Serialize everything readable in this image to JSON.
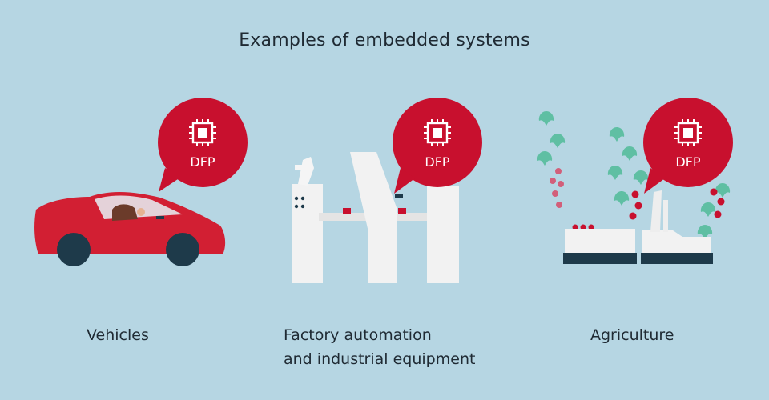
{
  "title": "Examples of embedded systems",
  "colors": {
    "background": "#b6d6e3",
    "accent_red": "#c8102e",
    "dark": "#1e3a4a",
    "leaf": "#5fbfa3"
  },
  "examples": [
    {
      "label": "Vehicles",
      "badge": "DFP",
      "icon": "chip-icon"
    },
    {
      "label_line1": "Factory automation",
      "label_line2": "and industrial equipment",
      "badge": "DFP",
      "icon": "chip-icon"
    },
    {
      "label": "Agriculture",
      "badge": "DFP",
      "icon": "chip-icon"
    }
  ]
}
